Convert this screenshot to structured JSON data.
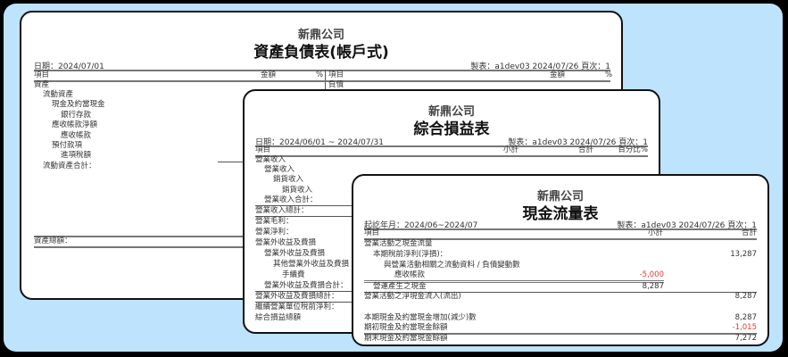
{
  "company": "新鼎公司",
  "balance_sheet": {
    "title": "資產負債表(帳戶式)",
    "date_label": "日期：2024/07/01",
    "prepared": "製表：a1dev03 2024/07/26 頁次：1",
    "left_headers": {
      "item": "項目",
      "amount": "金額",
      "pct": "%"
    },
    "right_headers": {
      "item": "項目",
      "amount": "金額",
      "pct": "%"
    },
    "left_rows": [
      {
        "label": "資產",
        "indent": 0
      },
      {
        "label": "流動資產",
        "indent": 1
      },
      {
        "label": "現金及約當現金",
        "indent": 2
      },
      {
        "label": "銀行存款",
        "indent": 3
      },
      {
        "label": "應收帳款淨額",
        "indent": 2
      },
      {
        "label": "應收帳款",
        "indent": 3
      },
      {
        "label": "預付款項",
        "indent": 2
      },
      {
        "label": "進項稅額",
        "indent": 3
      },
      {
        "label": "流動資產合計：",
        "indent": 1
      }
    ],
    "right_rows": [
      {
        "label": "負債",
        "indent": 0
      }
    ],
    "total_label": "資產總額："
  },
  "income_statement": {
    "title": "綜合損益表",
    "date_label": "日期：2024/06/01 ~ 2024/07/31",
    "prepared": "製表：a1dev03 2024/07/26 頁次：1",
    "headers": {
      "item": "項目",
      "subtotal": "小計",
      "total": "合計",
      "pct": "百分比%"
    },
    "rows": [
      {
        "label": "營業收入",
        "indent": 0
      },
      {
        "label": "營業收入",
        "indent": 1
      },
      {
        "label": "銷貨收入",
        "indent": 2
      },
      {
        "label": "銷貨收入",
        "indent": 3
      },
      {
        "label": "營業收入合計：",
        "indent": 1
      },
      {
        "label": "營業收入總計：",
        "indent": 0
      },
      {
        "label": "營業毛利：",
        "indent": 0
      },
      {
        "label": "營業淨利：",
        "indent": 0
      },
      {
        "label": "營業外收益及費損",
        "indent": 0
      },
      {
        "label": "營業外收益及費損",
        "indent": 1
      },
      {
        "label": "其他營業外收益及費損",
        "indent": 2
      },
      {
        "label": "手續費",
        "indent": 3
      },
      {
        "label": "營業外收益及費損合計：",
        "indent": 1
      },
      {
        "label": "營業外收益及費損總計：",
        "indent": 0
      },
      {
        "label": "繼續營業單位稅前淨利：",
        "indent": 0
      },
      {
        "label": "綜合損益總額",
        "indent": 0
      }
    ]
  },
  "cash_flow": {
    "title": "現金流量表",
    "date_label": "起訖年月：2024/06~2024/07",
    "prepared": "製表：a1dev03 2024/07/26 頁次：1",
    "headers": {
      "item": "項目",
      "subtotal": "小計",
      "total": "合計"
    },
    "rows": [
      {
        "label": "營業活動之現金流量",
        "indent": 0,
        "subtotal": "",
        "total": ""
      },
      {
        "label": "本期稅前淨利(淨損)：",
        "indent": 1,
        "subtotal": "",
        "total": "13,287"
      },
      {
        "label": "與營業活動相關之流動資料 / 負債變動數",
        "indent": 2,
        "subtotal": "",
        "total": ""
      },
      {
        "label": "應收帳款",
        "indent": 3,
        "subtotal": "-5,000",
        "total": ""
      },
      {
        "label": "營運產生之現金",
        "indent": 1,
        "subtotal": "8,287",
        "total": ""
      },
      {
        "label": "營業活動之淨現金流入(流出)",
        "indent": 0,
        "subtotal": "",
        "total": "8,287"
      },
      {
        "label": "",
        "indent": 0,
        "subtotal": "",
        "total": ""
      },
      {
        "label": "本期現金及約當現金增加(減少)數",
        "indent": 0,
        "subtotal": "",
        "total": "8,287"
      },
      {
        "label": "期初現金及約當現金餘額",
        "indent": 0,
        "subtotal": "",
        "total": "-1,015"
      },
      {
        "label": "期末現金及約當現金餘額",
        "indent": 0,
        "subtotal": "",
        "total": "7,272"
      }
    ],
    "negative_color": "#e53935"
  },
  "colors": {
    "background": "#bde3fd",
    "frame": "#000000",
    "sheet": "#ffffff"
  }
}
